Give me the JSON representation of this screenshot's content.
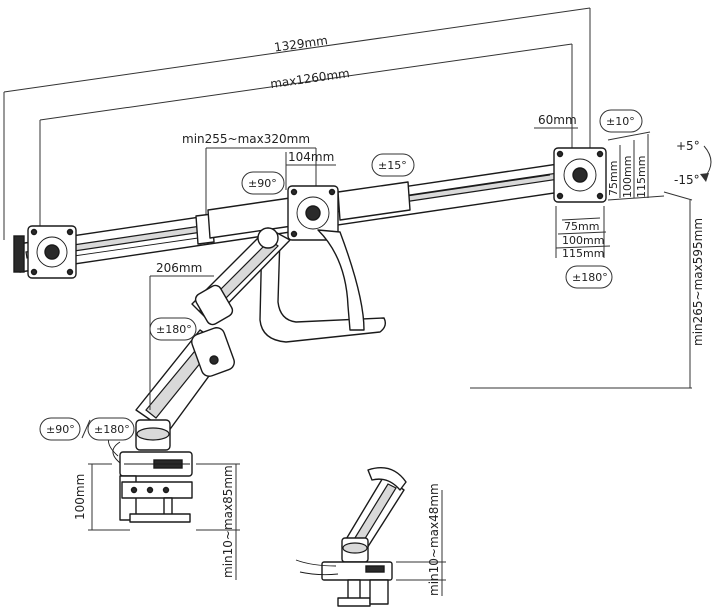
{
  "dimensions": {
    "total_width": "1329mm",
    "max_span": "max1260mm",
    "arm_span": "min255~max320mm",
    "center_offset": "104mm",
    "side_plate_width": "60mm",
    "arm_reach": "206mm",
    "vesa_h_75": "75mm",
    "vesa_h_100": "100mm",
    "vesa_h_115": "115mm",
    "vesa_w_75": "75mm",
    "vesa_w_100": "100mm",
    "vesa_w_115": "115mm",
    "height_range": "min265~max595mm",
    "clamp_height": "100mm",
    "clamp_range": "min10~max85mm",
    "grommet_range": "min10~max48mm"
  },
  "rotations": {
    "side_tilt": "±10°",
    "center_swivel": "±15°",
    "center_rotation": "±90°",
    "side_rotation": "±180°",
    "arm_rotation": "±180°",
    "base_rotation_90": "±90°",
    "base_rotation_180": "±180°",
    "tilt_up": "+5°",
    "tilt_down": "-15°"
  }
}
